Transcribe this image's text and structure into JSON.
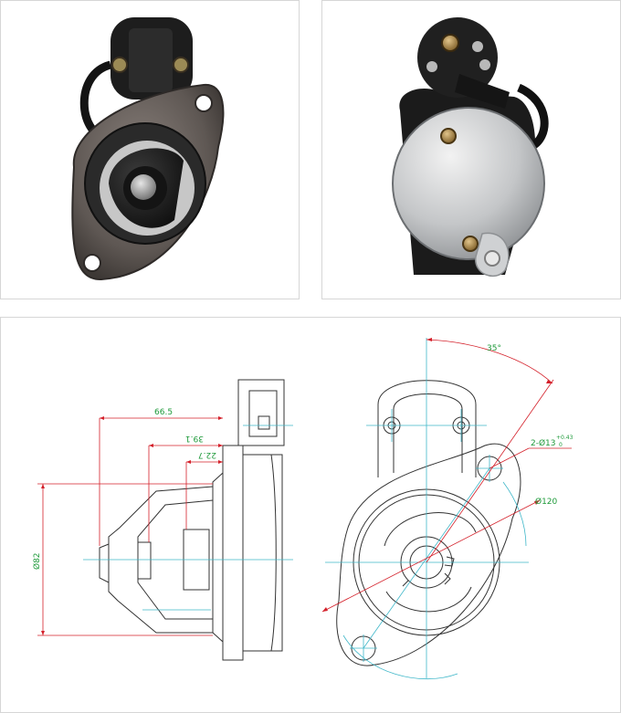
{
  "colors": {
    "dimension_red": "#d4202a",
    "centerline_cyan": "#3fb7c9",
    "label_green": "#1e9a3a",
    "outline_black": "#333333",
    "panel_border": "#d6d6d6"
  },
  "photos": {
    "front": {
      "subject": "starter-motor-front-photo"
    },
    "rear": {
      "subject": "starter-motor-rear-photo"
    }
  },
  "drawing": {
    "side_view": {
      "dim_overall_length": "66.5",
      "dim_nose_length": "39.1",
      "dim_pinion_length": "22.7",
      "dim_flange_diameter": "Ø82"
    },
    "front_view": {
      "dim_angle": "35°",
      "dim_holes": "2-Ø13",
      "dim_hole_tol_upper": "+0.43",
      "dim_hole_tol_lower": "0",
      "dim_bolt_circle": "Ø120"
    }
  }
}
